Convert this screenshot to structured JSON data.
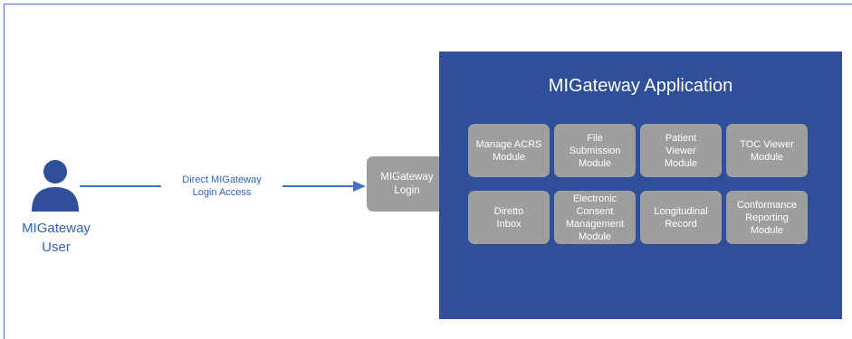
{
  "user": {
    "label_lines": [
      "MIGateway",
      "User"
    ]
  },
  "connection": {
    "label_lines": [
      "Direct MIGateway",
      "Login Access"
    ]
  },
  "login": {
    "lines": [
      "MIGateway",
      "Login"
    ]
  },
  "application": {
    "title": "MIGateway Application"
  },
  "modules": [
    {
      "lines": [
        "Manage ACRS",
        "Module"
      ]
    },
    {
      "lines": [
        "File",
        "Submission",
        "Module"
      ]
    },
    {
      "lines": [
        "Patient",
        "Viewer",
        "Module"
      ]
    },
    {
      "lines": [
        "TOC Viewer",
        "Module"
      ]
    },
    {
      "lines": [
        "Diretto",
        "Inbox"
      ]
    },
    {
      "lines": [
        "Electronic",
        "Consent",
        "Management",
        "Module"
      ]
    },
    {
      "lines": [
        "Longitudinal",
        "Record"
      ]
    },
    {
      "lines": [
        "Conformance",
        "Reporting",
        "Module"
      ]
    }
  ],
  "colors": {
    "user_icon": "#2f4f9a",
    "text_blue": "#2f63b8",
    "arrow": "#4472c4",
    "panel": "#2f4f9a",
    "box": "#9e9e9e"
  },
  "icons": {
    "user": "person-icon"
  }
}
